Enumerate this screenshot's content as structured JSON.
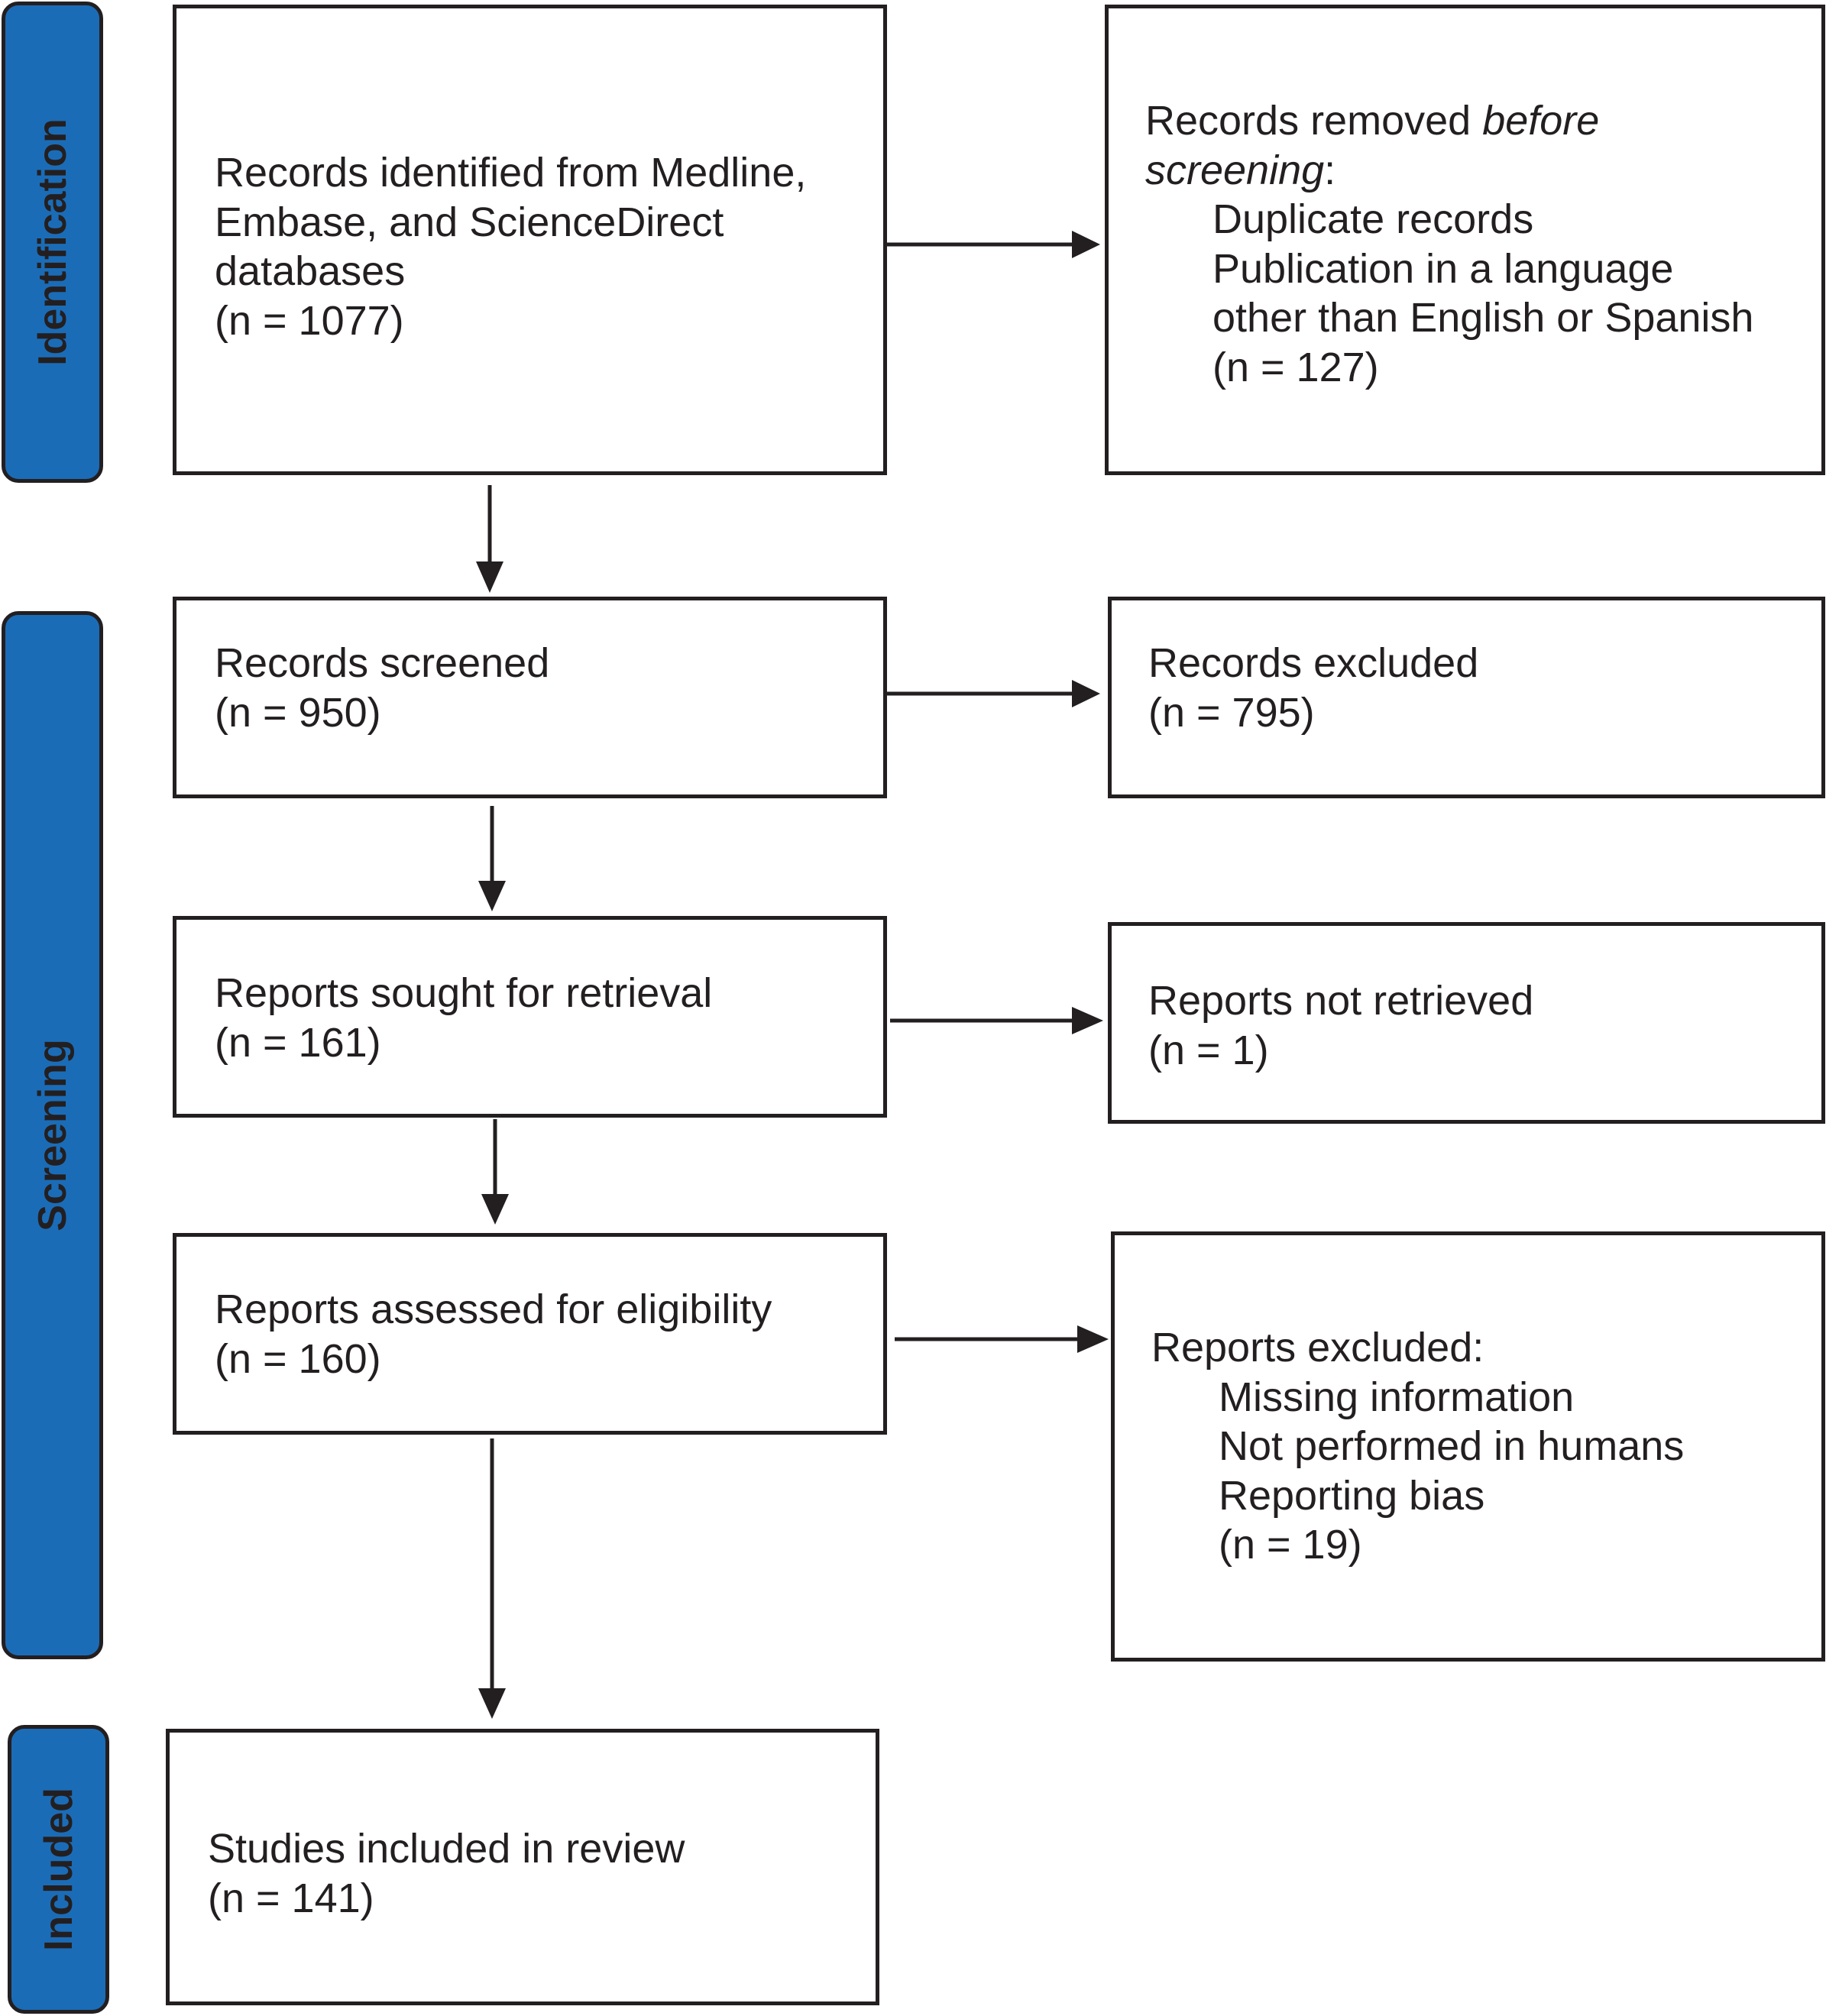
{
  "phases": {
    "identification": "Identification",
    "screening": "Screening",
    "included": "Included"
  },
  "boxes": {
    "identified": {
      "lines": [
        "Records identified from Medline,",
        "Embase, and ScienceDirect",
        "databases",
        "(n = 1077)"
      ]
    },
    "removed": {
      "title_plain": "Records removed ",
      "title_italic": "before",
      "subtitle_italic": "screening",
      "subtitle_tail": ":",
      "items": [
        "Duplicate records",
        "Publication in a language",
        "other than English or Spanish",
        "(n = 127)"
      ]
    },
    "screened": {
      "lines": [
        "Records screened",
        "(n = 950)"
      ]
    },
    "excluded": {
      "lines": [
        "Records excluded",
        "(n = 795)"
      ]
    },
    "sought": {
      "lines": [
        "Reports sought for retrieval",
        "(n = 161)"
      ]
    },
    "not_retrieved": {
      "lines": [
        "Reports not retrieved",
        "(n = 1)"
      ]
    },
    "assessed": {
      "lines": [
        "Reports assessed for eligibility",
        "(n = 160)"
      ]
    },
    "reports_excluded": {
      "title": "Reports excluded:",
      "items": [
        "Missing information",
        "Not performed in humans",
        "Reporting bias",
        "(n = 19)"
      ]
    },
    "included": {
      "lines": [
        "Studies included in review",
        "(n = 141)"
      ]
    }
  },
  "colors": {
    "phase_fill": "#1b6cb7",
    "stroke": "#231f20",
    "box_fill": "#ffffff"
  }
}
